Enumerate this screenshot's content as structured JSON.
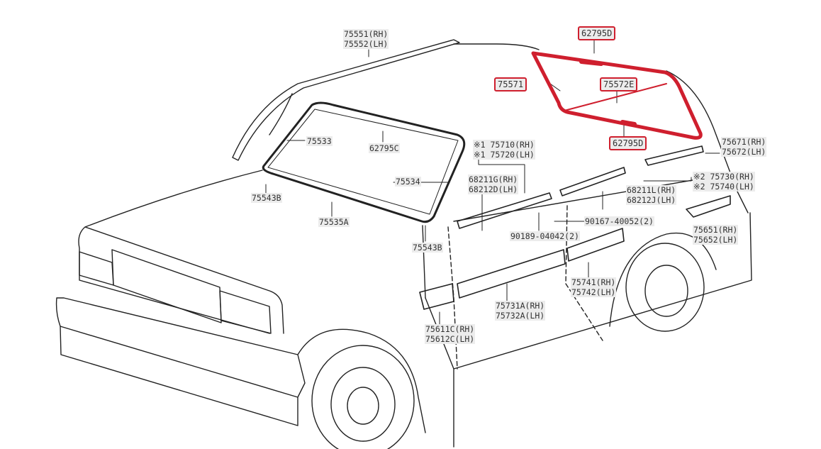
{
  "labels": {
    "roof_rail": [
      "75551(RH)",
      "75552(LH)"
    ],
    "stopper_top": "62795D",
    "back_glass_weatherstrip": "75571",
    "back_glass_molding": "75572E",
    "windshield_upper": "75533",
    "stopper_windshield": "62795C",
    "front_door_belt": [
      "※1 75710(RH)",
      "※1 75720(LH)"
    ],
    "stopper_bottom": "62795D",
    "quarter_window": [
      "75671(RH)",
      "75672(LH)"
    ],
    "front_door_clip": [
      "68211G(RH)",
      "68212D(LH)"
    ],
    "windshield_side": "75534",
    "rear_door_belt": [
      "※2 75730(RH)",
      "※2 75740(LH)"
    ],
    "rear_door_clip": [
      "68211L(RH)",
      "68212J(LH)"
    ],
    "windshield_corner_left": "75543B",
    "screw": "90167-40052(2)",
    "windshield_lower": "75535A",
    "nut": "90189-04042(2)",
    "quarter_side": [
      "75651(RH)",
      "75652(LH)"
    ],
    "windshield_corner_right": "75543B",
    "rear_door_side": [
      "75741(RH)",
      "75742(LH)"
    ],
    "front_door_side": [
      "75731A(RH)",
      "75732A(LH)"
    ],
    "fender_side": [
      "75611C(RH)",
      "75612C(LH)"
    ]
  },
  "colors": {
    "highlight": "#cf1f2e",
    "line": "#222222",
    "label_bg": "#ececec"
  }
}
